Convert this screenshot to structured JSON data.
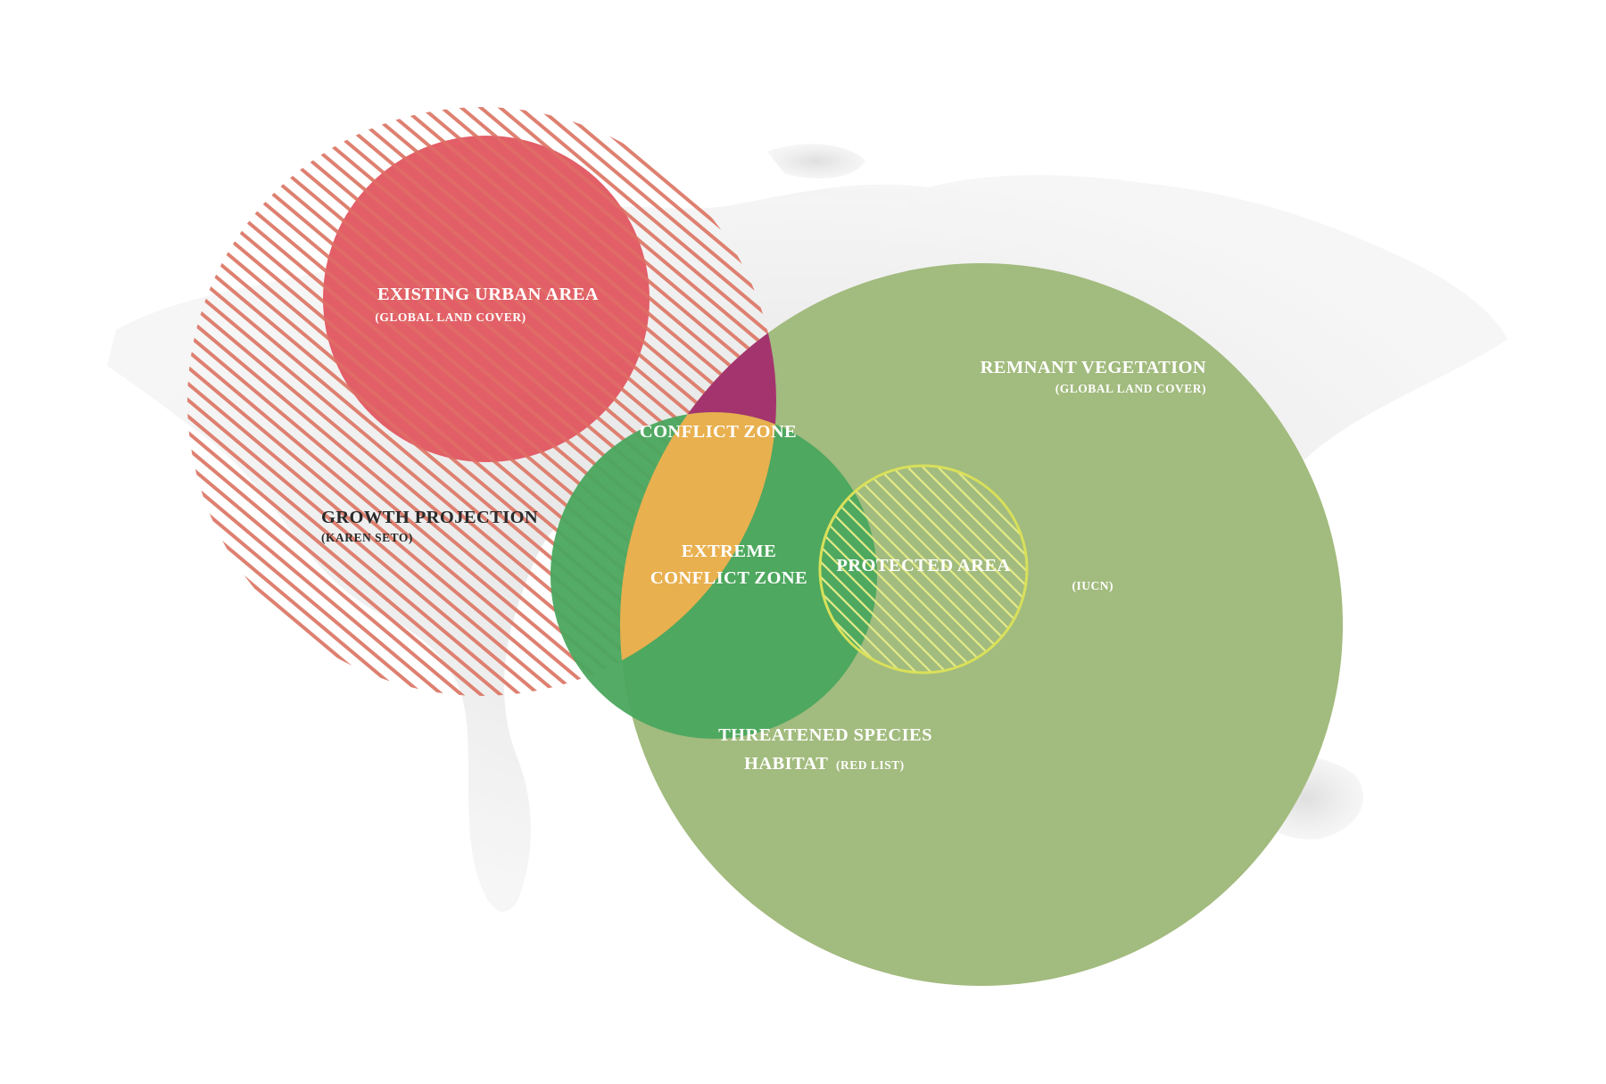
{
  "diagram": {
    "labels": {
      "existing_urban": {
        "title": "EXISTING URBAN AREA",
        "source": "(GLOBAL LAND COVER)"
      },
      "growth_projection": {
        "title": "GROWTH PROJECTION",
        "source": "(KAREN SETO)"
      },
      "conflict_zone": {
        "title": "CONFLICT ZONE"
      },
      "extreme_conflict": {
        "line1": "EXTREME",
        "line2": "CONFLICT ZONE"
      },
      "remnant_vegetation": {
        "title": "REMNANT VEGETATION",
        "source": "(GLOBAL LAND COVER)"
      },
      "protected_area": {
        "title": "PROTECTED  AREA",
        "source": "(IUCN)"
      },
      "threatened_species": {
        "line1": "THREATENED SPECIES",
        "line2": "HABITAT",
        "source": "(RED LIST)"
      }
    },
    "colors": {
      "urban_red": "#e0565f",
      "hatch_red": "#de8070",
      "conflict_purple": "#a4346e",
      "extreme_orange": "#e9b04f",
      "vegetation_green": "#a2bb7e",
      "threatened_green": "#4aa65e",
      "protected_yellow": "#d9e05a",
      "map_gray": "#d8d8d8",
      "label_white": "#ffffff",
      "label_dark": "#2a2a2a"
    }
  }
}
